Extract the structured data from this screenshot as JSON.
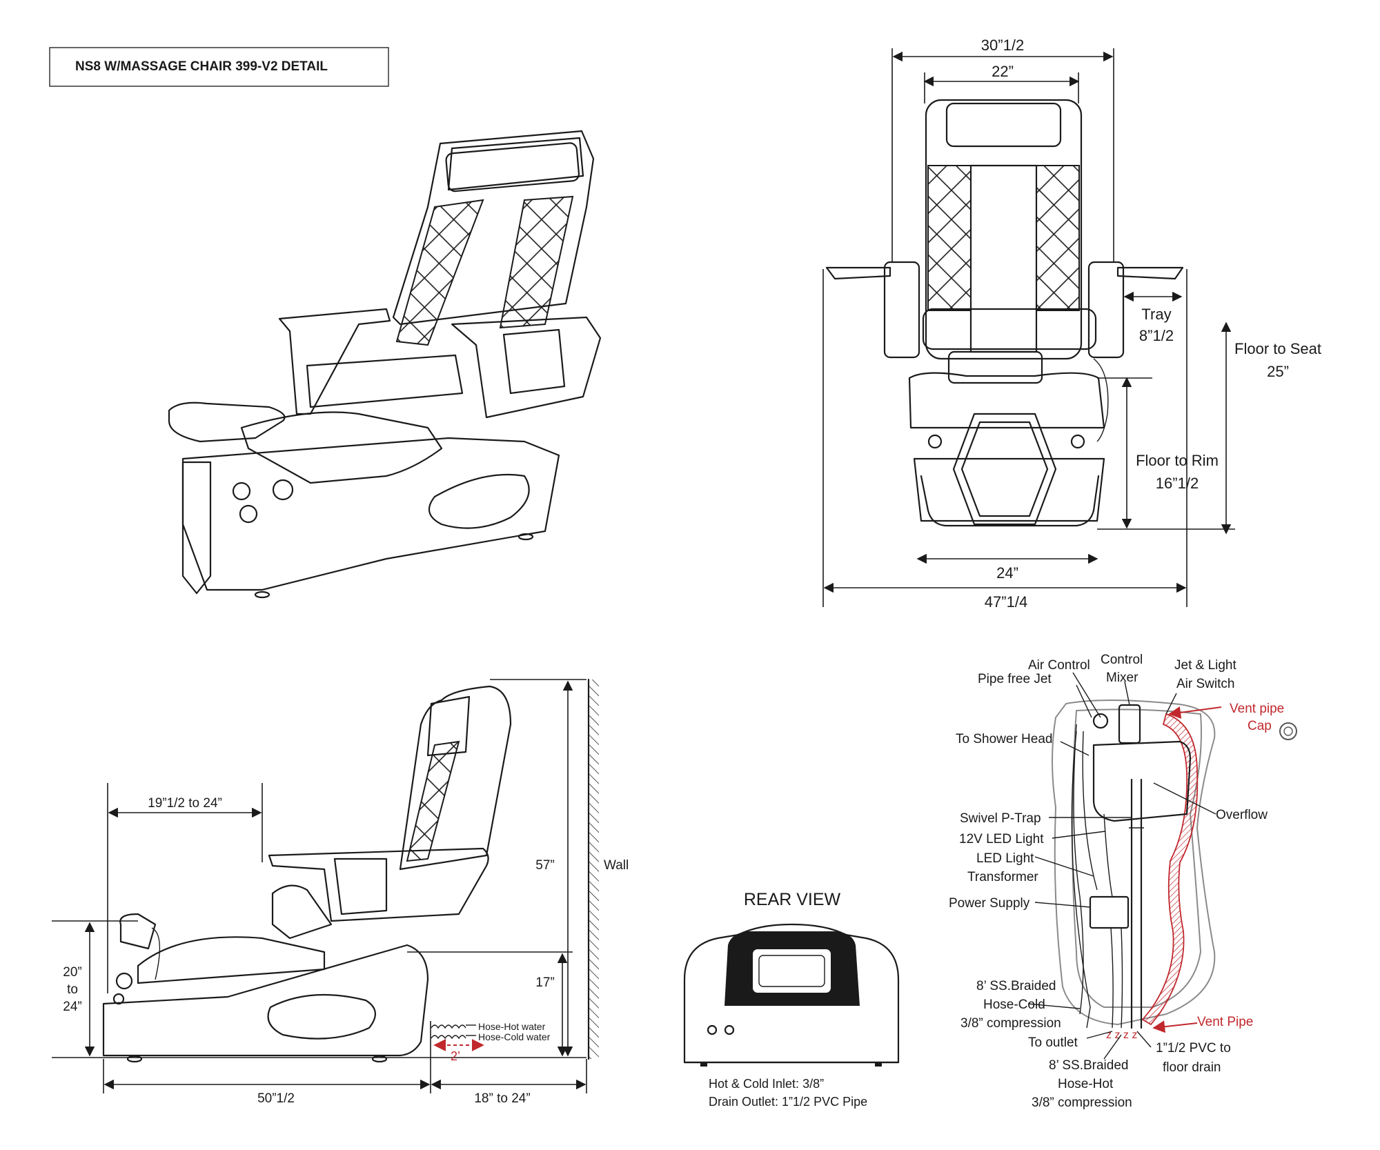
{
  "title": "NS8  W/MASSAGE CHAIR 399-V2 DETAIL",
  "colors": {
    "line": "#1a1a1a",
    "accent_red": "#c0282d",
    "gray": "#8a8a8a"
  },
  "front_view": {
    "dim_overall_top": "30”1/2",
    "dim_back": "22”",
    "tray_label": "Tray",
    "tray_dim": "8”1/2",
    "floor_to_seat_label": "Floor to Seat",
    "floor_to_seat_dim": "25”",
    "floor_to_rim_label": "Floor to Rim",
    "floor_to_rim_dim": "16”1/2",
    "dim_base": "24”",
    "dim_overall_bottom": "47”1/4"
  },
  "side_view": {
    "dim_footrest": "19”1/2 to 24”",
    "dim_height": "57”",
    "wall_label": "Wall",
    "dim_basin_line1": "20”",
    "dim_basin_line2": "to",
    "dim_basin_line3": "24”",
    "dim_rim": "17”",
    "hose_hot": "Hose-Hot water",
    "hose_cold": "Hose-Cold water",
    "hose_len": "2’",
    "dim_length": "50”1/2",
    "dim_wall_gap": "18” to 24”"
  },
  "rear_view": {
    "title": "REAR VIEW",
    "inlet": "Hot & Cold Inlet: 3/8”",
    "outlet": "Drain Outlet: 1”1/2 PVC Pipe"
  },
  "plumbing": {
    "air_control": "Air Control",
    "control_mixer_1": "Control",
    "control_mixer_2": "Mixer",
    "jet_light_1": "Jet & Light",
    "jet_light_2": "Air Switch",
    "pipe_free_jet": "Pipe free Jet",
    "vent_cap_1": "Vent pipe",
    "vent_cap_2": "Cap",
    "shower_head": "To Shower Head",
    "overflow": "Overflow",
    "p_trap": "Swivel P-Trap",
    "led_light": "12V LED Light",
    "led_transformer_1": "LED Light",
    "led_transformer_2": "Transformer",
    "power_supply": "Power Supply",
    "hose_cold_1": "8’ SS.Braided",
    "hose_cold_2": "Hose-Cold",
    "hose_cold_3": "3/8” compression",
    "vent_pipe": "Vent Pipe",
    "to_outlet": "To outlet",
    "pvc_1": "1”1/2 PVC to",
    "pvc_2": "floor drain",
    "hose_hot_1": "8’ SS.Braided",
    "hose_hot_2": "Hose-Hot",
    "hose_hot_3": "3/8” compression"
  }
}
